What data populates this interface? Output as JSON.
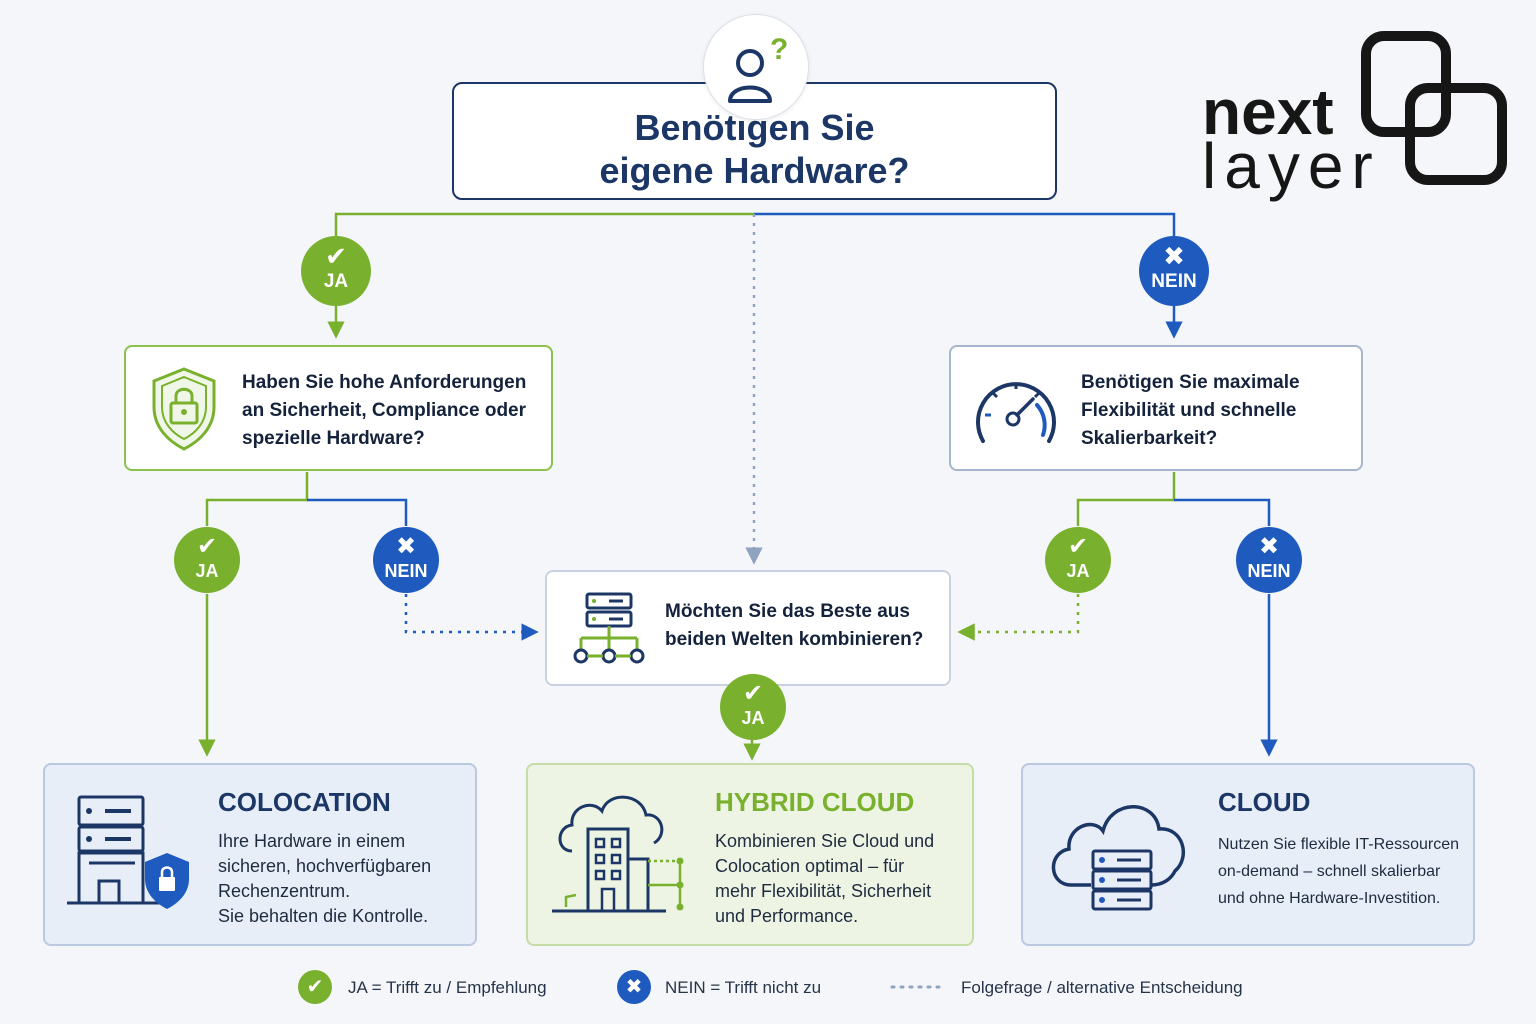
{
  "brand": {
    "logo_text_1": "next",
    "logo_text_2": "layer"
  },
  "colors": {
    "green": "#79b12e",
    "blue": "#1f5bbf",
    "navy": "#1c3766",
    "gray_dotted": "#8fa3c0"
  },
  "main_question": {
    "line1": "Benötigen Sie",
    "line2": "eigene Hardware?",
    "icon": "user-question-icon"
  },
  "branches": {
    "yes": "JA",
    "no": "NEIN",
    "yes_symbol": "✔",
    "no_symbol": "✖"
  },
  "left_question": {
    "text": "Haben Sie hohe Anforderungen an Sicherheit, Compliance oder spezielle Hardware?",
    "icon": "shield-lock-icon"
  },
  "right_question": {
    "text": "Benötigen Sie maximale Flexibilität und schnelle Skalierbarkeit?",
    "icon": "speedometer-icon"
  },
  "middle_question": {
    "text": "Möchten Sie das Beste aus beiden Welten kombinieren?",
    "icon": "server-network-icon"
  },
  "results": {
    "colocation": {
      "title": "COLOCATION",
      "desc": "Ihre Hardware in einem\nsicheren, hochverfügbaren\nRechenzentrum.\nSie behalten die Kontrolle.",
      "icon": "server-rack-lock-icon"
    },
    "hybrid": {
      "title": "HYBRID CLOUD",
      "desc": "Kombinieren Sie Cloud und\nColocation optimal – für\nmehr Flexibilität, Sicherheit\nund Performance.",
      "icon": "cloud-building-icon"
    },
    "cloud": {
      "title": "CLOUD",
      "desc": "Nutzen Sie flexible IT-Ressourcen\non-demand – schnell skalierbar\nund ohne Hardware-Investition.",
      "icon": "cloud-server-icon"
    }
  },
  "legend": {
    "yes": "JA = Trifft zu / Empfehlung",
    "no": "NEIN = Trifft nicht zu",
    "dotted": "Folgefrage / alternative Entscheidung"
  }
}
